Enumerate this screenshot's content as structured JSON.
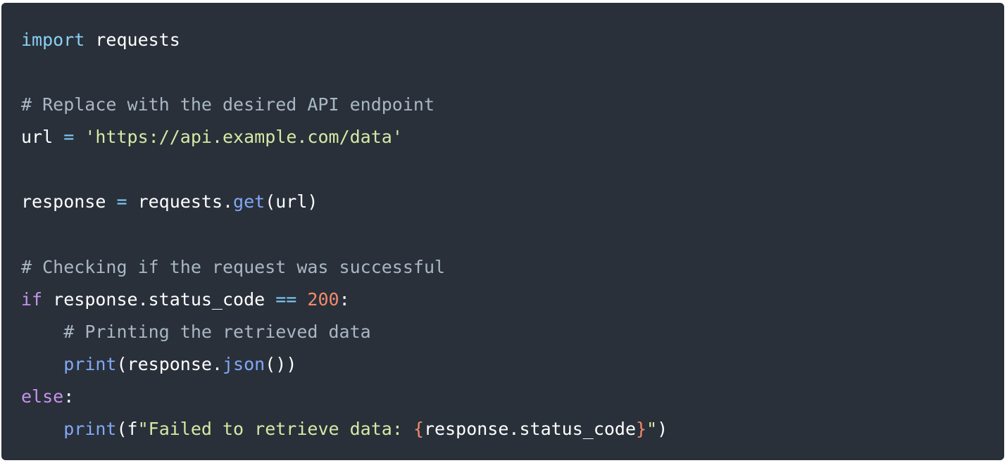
{
  "code_block": {
    "language": "python",
    "lines": [
      [
        {
          "t": "import",
          "c": "keyword-import"
        },
        {
          "t": " requests",
          "c": "plain"
        }
      ],
      [],
      [
        {
          "t": "# Replace with the desired API endpoint",
          "c": "comment"
        }
      ],
      [
        {
          "t": "url ",
          "c": "plain"
        },
        {
          "t": "=",
          "c": "op"
        },
        {
          "t": " ",
          "c": "plain"
        },
        {
          "t": "'https://api.example.com/data'",
          "c": "string"
        }
      ],
      [],
      [
        {
          "t": "response ",
          "c": "plain"
        },
        {
          "t": "=",
          "c": "op"
        },
        {
          "t": " requests.",
          "c": "plain"
        },
        {
          "t": "get",
          "c": "func"
        },
        {
          "t": "(url)",
          "c": "plain"
        }
      ],
      [],
      [
        {
          "t": "# Checking if the request was successful",
          "c": "comment"
        }
      ],
      [
        {
          "t": "if",
          "c": "keyword"
        },
        {
          "t": " response.status_code ",
          "c": "plain"
        },
        {
          "t": "==",
          "c": "op"
        },
        {
          "t": " ",
          "c": "plain"
        },
        {
          "t": "200",
          "c": "num"
        },
        {
          "t": ":",
          "c": "plain"
        }
      ],
      [
        {
          "t": "    ",
          "c": "plain"
        },
        {
          "t": "# Printing the retrieved data",
          "c": "comment"
        }
      ],
      [
        {
          "t": "    ",
          "c": "plain"
        },
        {
          "t": "print",
          "c": "func"
        },
        {
          "t": "(response.",
          "c": "plain"
        },
        {
          "t": "json",
          "c": "func"
        },
        {
          "t": "())",
          "c": "plain"
        }
      ],
      [
        {
          "t": "else",
          "c": "keyword"
        },
        {
          "t": ":",
          "c": "plain"
        }
      ],
      [
        {
          "t": "    ",
          "c": "plain"
        },
        {
          "t": "print",
          "c": "func"
        },
        {
          "t": "(f",
          "c": "plain"
        },
        {
          "t": "\"Failed to retrieve data: ",
          "c": "string"
        },
        {
          "t": "{",
          "c": "interp"
        },
        {
          "t": "response.status_code",
          "c": "plain"
        },
        {
          "t": "}",
          "c": "interp"
        },
        {
          "t": "\"",
          "c": "string"
        },
        {
          "t": ")",
          "c": "plain"
        }
      ]
    ]
  },
  "colors": {
    "background": "#29303a",
    "keyword_import": "#89d0f5",
    "keyword": "#c792ea",
    "comment": "#a9b7c4",
    "string": "#d8e8a4",
    "operator": "#7ecbf5",
    "function": "#82a8f5",
    "number": "#f28b6b"
  }
}
